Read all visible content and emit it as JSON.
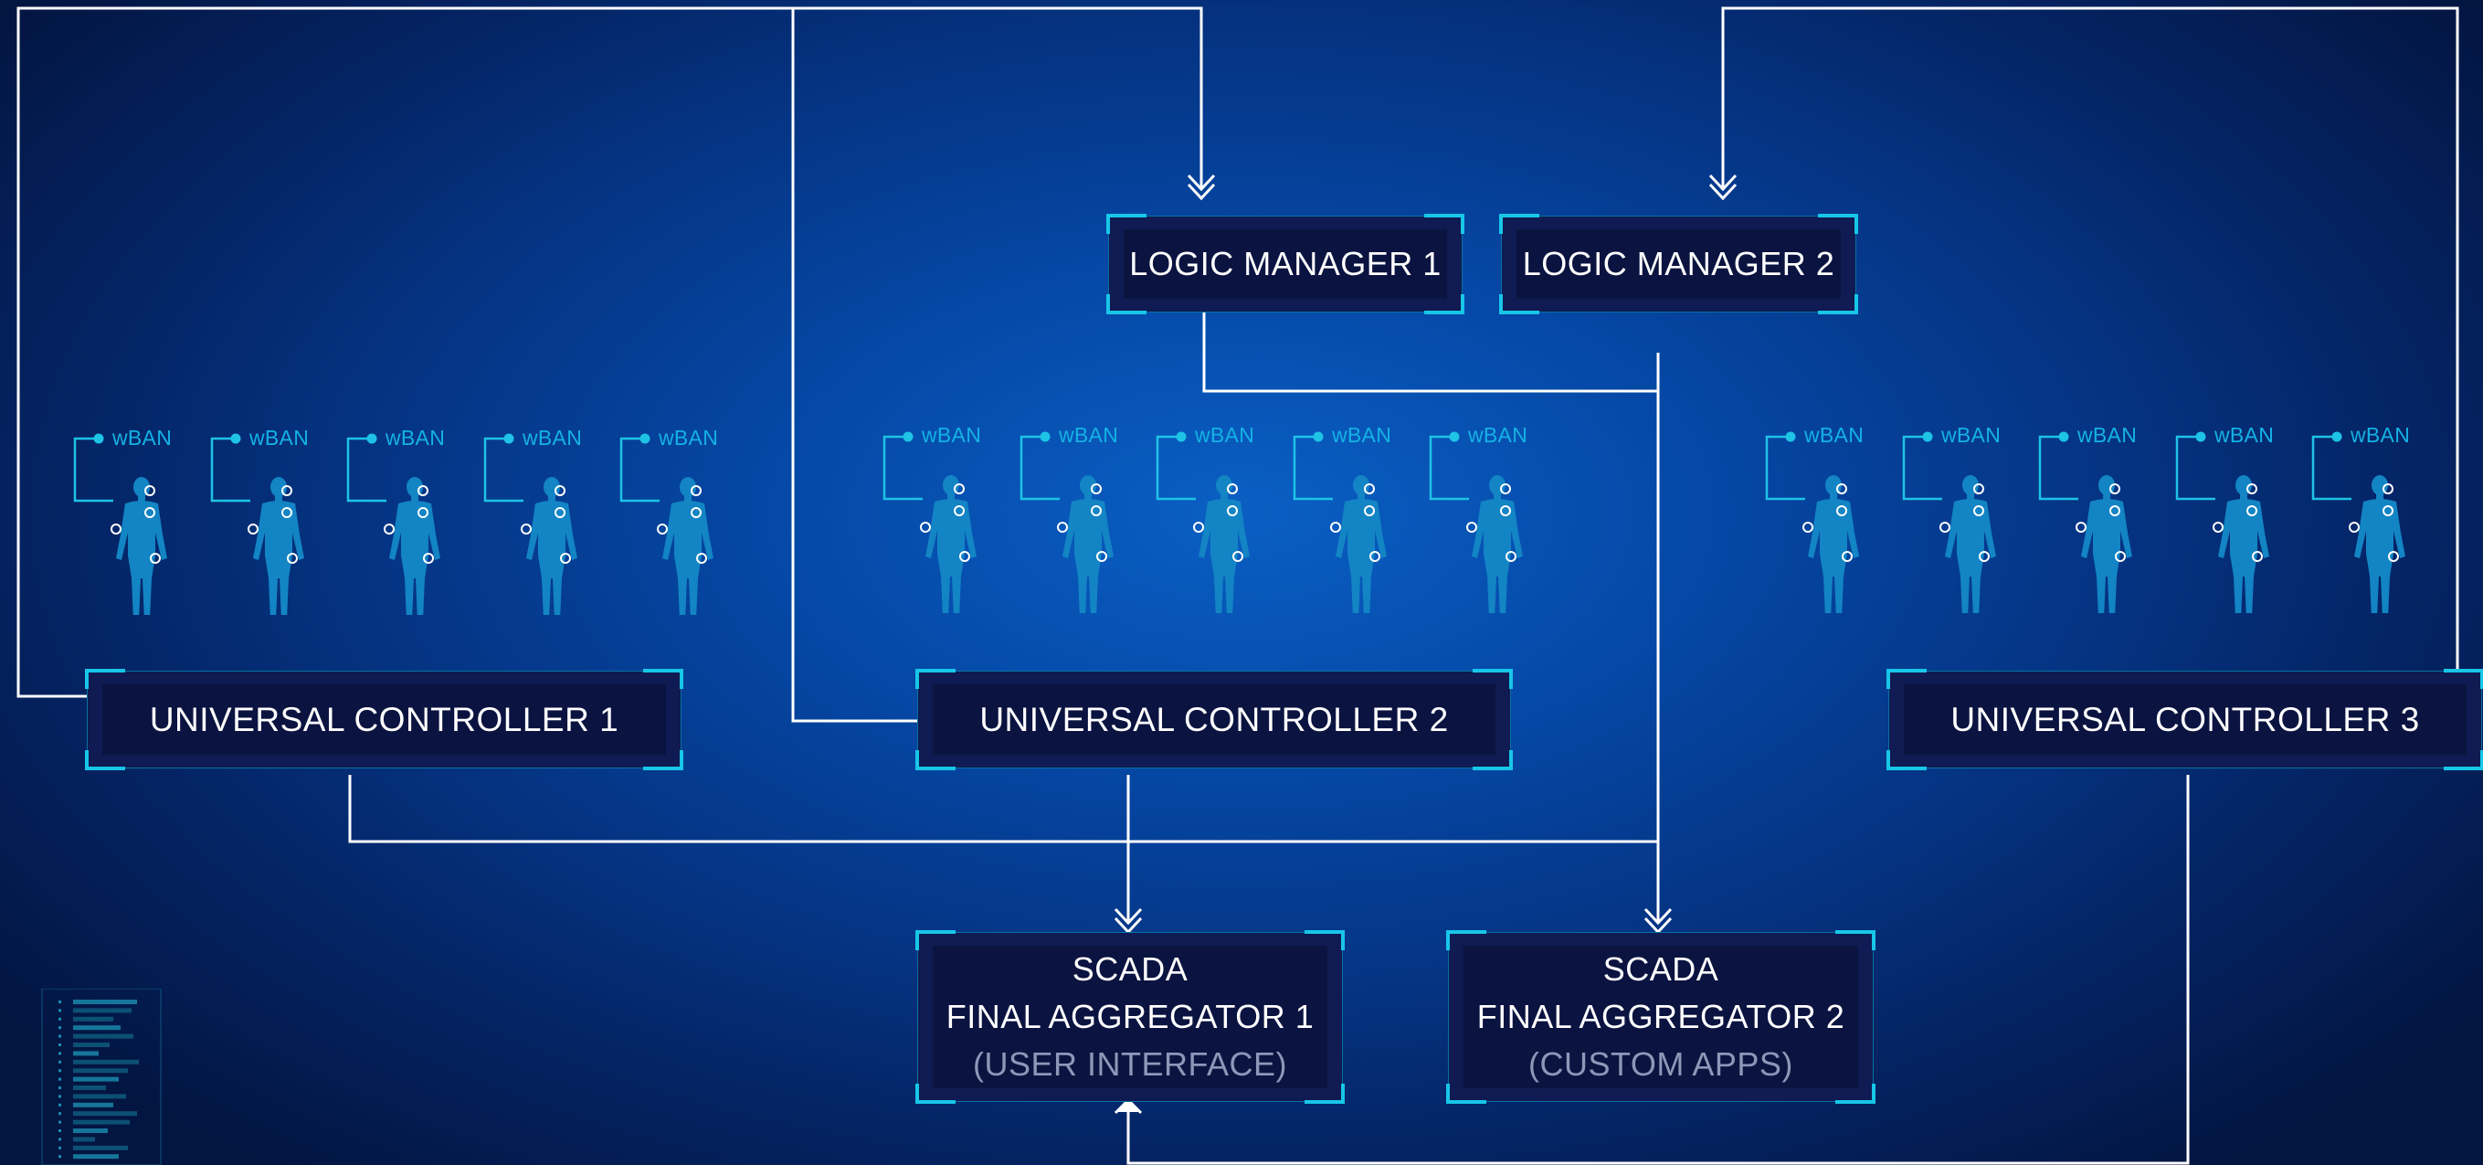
{
  "logic_managers": [
    {
      "label": "LOGIC MANAGER 1"
    },
    {
      "label": "LOGIC MANAGER 2"
    }
  ],
  "universal_controllers": [
    {
      "label": "UNIVERSAL CONTROLLER 1"
    },
    {
      "label": "UNIVERSAL CONTROLLER 2"
    },
    {
      "label": "UNIVERSAL CONTROLLER 3"
    }
  ],
  "aggregators": [
    {
      "line1": "SCADA",
      "line2": "FINAL AGGREGATOR 1",
      "line3": "(USER INTERFACE)"
    },
    {
      "line1": "SCADA",
      "line2": "FINAL AGGREGATOR 2",
      "line3": "(CUSTOM APPS)"
    }
  ],
  "wban": {
    "label": "wBAN",
    "groups": 3,
    "per_group": 5
  },
  "colors": {
    "background_center": "#0a5fc4",
    "background_edge": "#031541",
    "box_fill": "#0f1b52",
    "accent_cyan": "#18c6e8",
    "connector_white": "#ffffff",
    "body_silhouette": "#1384c4",
    "subtitle_gray": "#8e97b8"
  },
  "icons": [
    "human-body-icon",
    "sensor-dot-icon",
    "arrow-down-icon",
    "arrow-up-icon"
  ]
}
